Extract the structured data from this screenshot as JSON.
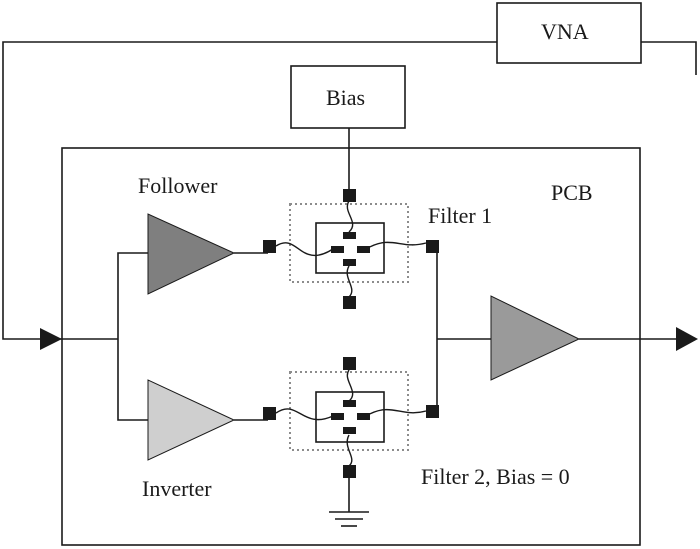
{
  "labels": {
    "vna": "VNA",
    "bias": "Bias",
    "pcb": "PCB",
    "follower": "Follower",
    "inverter": "Inverter",
    "filter1": "Filter 1",
    "filter2": "Filter 2, Bias = 0"
  },
  "colors": {
    "line": "#1a1a1a",
    "follower_fill": "#7f7f7f",
    "inverter_fill": "#cfcfcf",
    "output_amp_fill": "#9a9a9a",
    "filter_outline": "#8c8c8c"
  }
}
